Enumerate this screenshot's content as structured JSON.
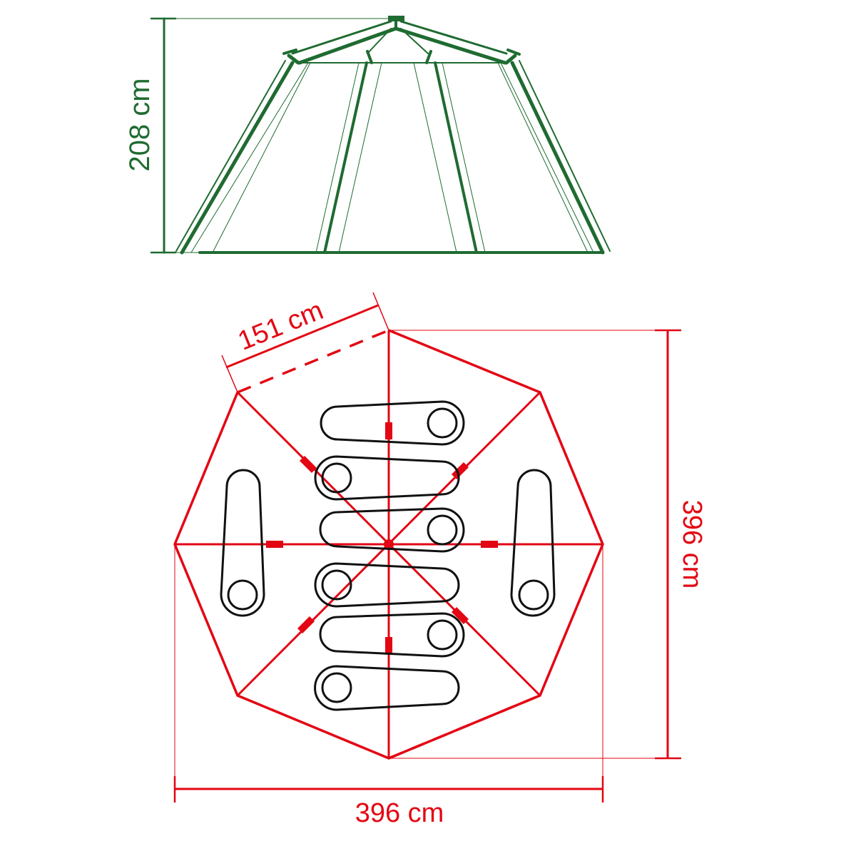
{
  "diagram": {
    "type": "tent-floorplan-and-elevation",
    "colors": {
      "elevation": "#1f6b31",
      "plan": "#e30613",
      "sleeping_area": "#111111",
      "background": "#ffffff"
    },
    "elevation": {
      "height_label": "208 cm",
      "view": "side"
    },
    "plan": {
      "side_length_label": "151 cm",
      "depth_label": "396 cm",
      "width_label": "396 cm",
      "shape": "octagon",
      "sleeping_bags": [
        {
          "id": 1,
          "orientation": "horizontal",
          "head": "right"
        },
        {
          "id": 2,
          "orientation": "horizontal",
          "head": "left"
        },
        {
          "id": 3,
          "orientation": "horizontal",
          "head": "right"
        },
        {
          "id": 4,
          "orientation": "horizontal",
          "head": "left"
        },
        {
          "id": 5,
          "orientation": "horizontal",
          "head": "right"
        },
        {
          "id": 6,
          "orientation": "horizontal",
          "head": "left"
        },
        {
          "id": 7,
          "orientation": "vertical",
          "head": "bottom",
          "side": "left"
        },
        {
          "id": 8,
          "orientation": "vertical",
          "head": "bottom",
          "side": "right"
        }
      ]
    }
  }
}
